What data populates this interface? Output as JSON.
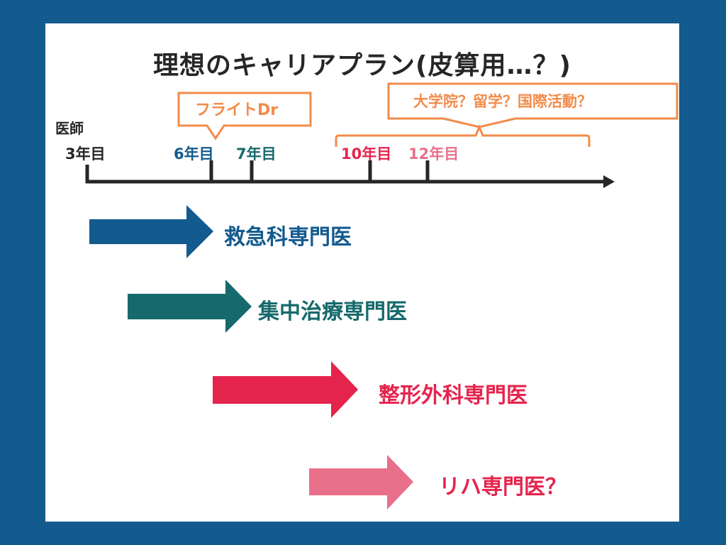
{
  "title": "理想のキャリアプラン(皮算用…？)",
  "timeline": {
    "start_label": "医師",
    "years": [
      {
        "label": "3年目",
        "color": "#262626"
      },
      {
        "label": "6年目",
        "color": "#135a8e"
      },
      {
        "label": "7年目",
        "color": "#16696c"
      },
      {
        "label": "10年目",
        "color": "#e5244d"
      },
      {
        "label": "12年目",
        "color": "#e8708a"
      }
    ],
    "axis_color": "#262626"
  },
  "callouts": [
    {
      "text": "フライトDr",
      "color": "#f38b4a"
    },
    {
      "text": "大学院？留学？国際活動？",
      "color": "#f38b4a"
    }
  ],
  "specialties": [
    {
      "label": "救急科専門医",
      "color": "#135a8e",
      "text_color": "#135a8e"
    },
    {
      "label": "集中治療専門医",
      "color": "#16696c",
      "text_color": "#16696c"
    },
    {
      "label": "整形外科専門医",
      "color": "#e5244d",
      "text_color": "#e5244d"
    },
    {
      "label": "リハ専門医？",
      "color": "#e8708a",
      "text_color": "#e5244d"
    }
  ],
  "colors": {
    "background": "#135a8e",
    "panel": "#ffffff",
    "accent_orange": "#f38b4a"
  }
}
